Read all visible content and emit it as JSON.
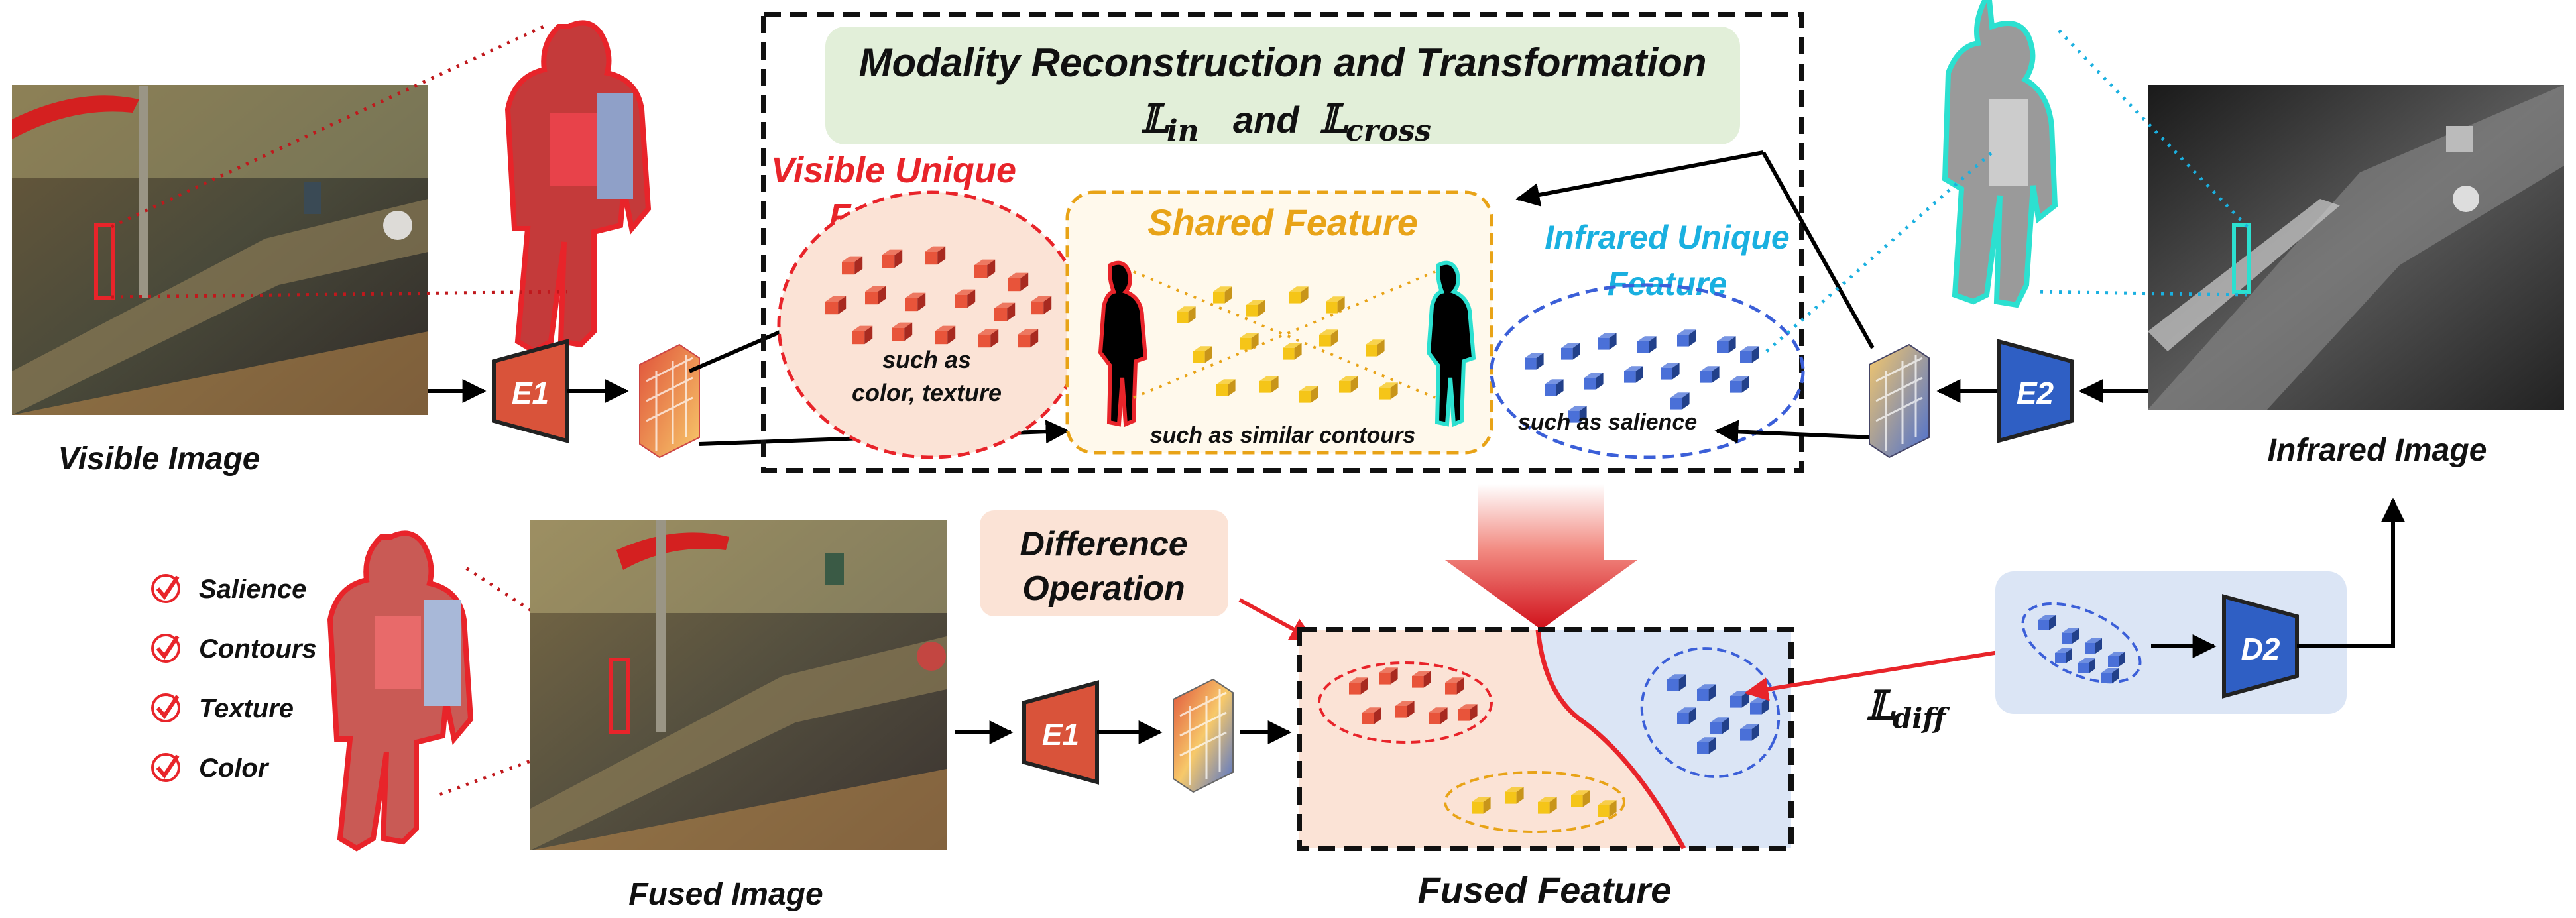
{
  "top": {
    "title_line1": "Modality Reconstruction and Transformation",
    "title_line2_a": "𝕃",
    "title_line2_a_sub": "in",
    "title_line2_and": "and",
    "title_line2_b": "𝕃",
    "title_line2_b_sub": "cross",
    "visible_unique_line1": "Visible Unique",
    "visible_unique_line2": "Feature",
    "visible_example_line1": "such as",
    "visible_example_line2": "color, texture",
    "shared_label": "Shared Feature",
    "shared_example": "such as similar contours",
    "infrared_unique_line1": "Infrared Unique",
    "infrared_unique_line2": "Feature",
    "infrared_example": "such as salience",
    "encoder_left": "E1",
    "encoder_right": "E2",
    "visible_image_label": "Visible Image",
    "infrared_image_label": "Infrared Image"
  },
  "bottom": {
    "checklist": [
      "Salience",
      "Contours",
      "Texture",
      "Color"
    ],
    "fused_image_label": "Fused Image",
    "encoder": "E1",
    "difference_line1": "Difference",
    "difference_line2": "Operation",
    "fused_feature_label": "Fused  Feature",
    "loss_symbol": "𝕃",
    "loss_sub": "diff",
    "decoder": "D2"
  },
  "colors": {
    "visible_red": "#e8242a",
    "shared_gold": "#e8a317",
    "infrared_cyan": "#1ab0e0",
    "encoder_red": "#d9533a",
    "encoder_blue": "#2f5fc4",
    "title_green_bg": "#e2efd9",
    "difference_bg": "#fbe3d6",
    "fused_left_bg": "#fbe3d6",
    "fused_right_bg": "#dbe5f5"
  }
}
